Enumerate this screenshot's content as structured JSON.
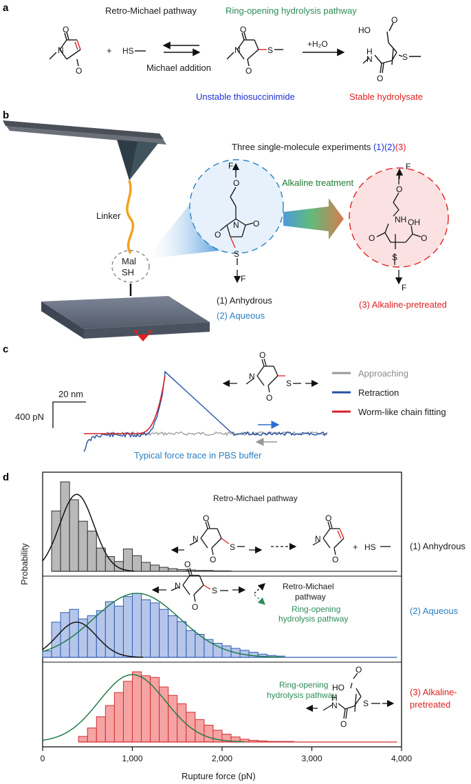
{
  "panel_a": {
    "letter": "a",
    "retro_michael": "Retro-Michael pathway",
    "ring_opening": "Ring-opening hydrolysis pathway",
    "plus": "+",
    "thiol": "HS",
    "michael_addition": "Michael addition",
    "water": "+H₂O",
    "unstable": "Unstable thiosuccinimide",
    "stable": "Stable hydrolysate",
    "atoms": {
      "O": "O",
      "N": "N",
      "S": "S",
      "H": "H",
      "HO": "HO"
    }
  },
  "panel_b": {
    "letter": "b",
    "title_prefix": "Three single-molecule experiments ",
    "exp1": "(1)",
    "exp2": "(2)",
    "exp3": "(3)",
    "linker": "Linker",
    "mal": "Mal",
    "sh": "SH",
    "alkaline_treatment": "Alkaline treatment",
    "anhydrous": "(1) Anhydrous",
    "aqueous": "(2) Aqueous",
    "alkaline_pretreated": "(3) Alkaline-pretreated",
    "force": "F",
    "atoms": {
      "O": "O",
      "N": "N",
      "S": "S",
      "NH": "NH",
      "OH": "OH"
    }
  },
  "panel_c": {
    "letter": "c",
    "scale_x": "20 nm",
    "scale_y": "400 pN",
    "legend": [
      "Approaching",
      "Retraction",
      "Worm-like chain fitting"
    ],
    "caption": "Typical force trace in PBS buffer"
  },
  "panel_d": {
    "letter": "d",
    "retro_michael_pathway": "Retro-Michael pathway",
    "retro_michael_line1": "Retro-Michael",
    "retro_michael_line2": "pathway",
    "ring_opening_line1": "Ring-opening",
    "ring_opening_line2": "hydrolysis pathway",
    "label_1": "(1) Anhydrous",
    "label_2": "(2) Aqueous",
    "label_3_line1": "(3) Alkaline-",
    "label_3_line2": "pretreated"
  },
  "colors": {
    "gray_fill": "#b9b9b9",
    "blue_fill": "#b6c6ea",
    "blue_edge": "#2f5bb0",
    "red_fill": "#f6a3a3",
    "red_edge": "#d22e2e",
    "fit_green": "#1f7a4a",
    "retraction": "#2250a8",
    "approaching": "#999999",
    "wlc": "#d6202a"
  },
  "chart_data": {
    "type": "bar",
    "xlabel": "Rupture force (pN)",
    "ylabel": "Probability",
    "xlim": [
      0,
      4000
    ],
    "xticks": [
      "0",
      "1,000",
      "2,000",
      "3,000",
      "4,000"
    ],
    "bin_width": 100,
    "series": [
      {
        "name": "(1) Anhydrous",
        "bin_starts": [
          100,
          200,
          300,
          400,
          500,
          600,
          700,
          800,
          900,
          1000,
          1100,
          1200,
          1300,
          1400,
          1500,
          1600,
          1700,
          1800,
          1900,
          2000
        ],
        "values": [
          0.135,
          0.2,
          0.16,
          0.112,
          0.09,
          0.052,
          0.033,
          0.022,
          0.05,
          0.035,
          0.02,
          0.014,
          0.009,
          0.006,
          0.004,
          0.003,
          0.002,
          0.002,
          0.001,
          0.001
        ],
        "fits": [
          {
            "mean": 380,
            "sd": 190,
            "peak": 0.172
          }
        ]
      },
      {
        "name": "(2) Aqueous",
        "bin_starts": [
          0,
          100,
          200,
          300,
          400,
          500,
          600,
          700,
          800,
          900,
          1000,
          1100,
          1200,
          1300,
          1400,
          1500,
          1600,
          1700,
          1800,
          1900,
          2000,
          2100,
          2200,
          2300,
          2400,
          2500,
          2600
        ],
        "values": [
          0.01,
          0.055,
          0.07,
          0.075,
          0.06,
          0.065,
          0.073,
          0.087,
          0.08,
          0.095,
          0.1,
          0.09,
          0.085,
          0.075,
          0.065,
          0.056,
          0.042,
          0.036,
          0.028,
          0.022,
          0.018,
          0.014,
          0.011,
          0.008,
          0.005,
          0.003,
          0.002
        ],
        "fits": [
          {
            "mean": 380,
            "sd": 220,
            "peak": 0.055
          },
          {
            "mean": 1050,
            "sd": 480,
            "peak": 0.1
          }
        ]
      },
      {
        "name": "(3) Alkaline-pretreated",
        "bin_starts": [
          400,
          500,
          600,
          700,
          800,
          900,
          1000,
          1100,
          1200,
          1300,
          1400,
          1500,
          1600,
          1700,
          1800,
          1900,
          2000,
          2100,
          2200,
          2300,
          2400,
          2500,
          2600,
          2700
        ],
        "values": [
          0.01,
          0.025,
          0.045,
          0.065,
          0.088,
          0.108,
          0.125,
          0.118,
          0.115,
          0.098,
          0.083,
          0.068,
          0.053,
          0.04,
          0.03,
          0.021,
          0.014,
          0.009,
          0.005,
          0.003,
          0.002,
          0.001,
          0.001,
          0.001
        ],
        "fits": [
          {
            "mean": 1000,
            "sd": 370,
            "peak": 0.12
          }
        ]
      }
    ]
  }
}
